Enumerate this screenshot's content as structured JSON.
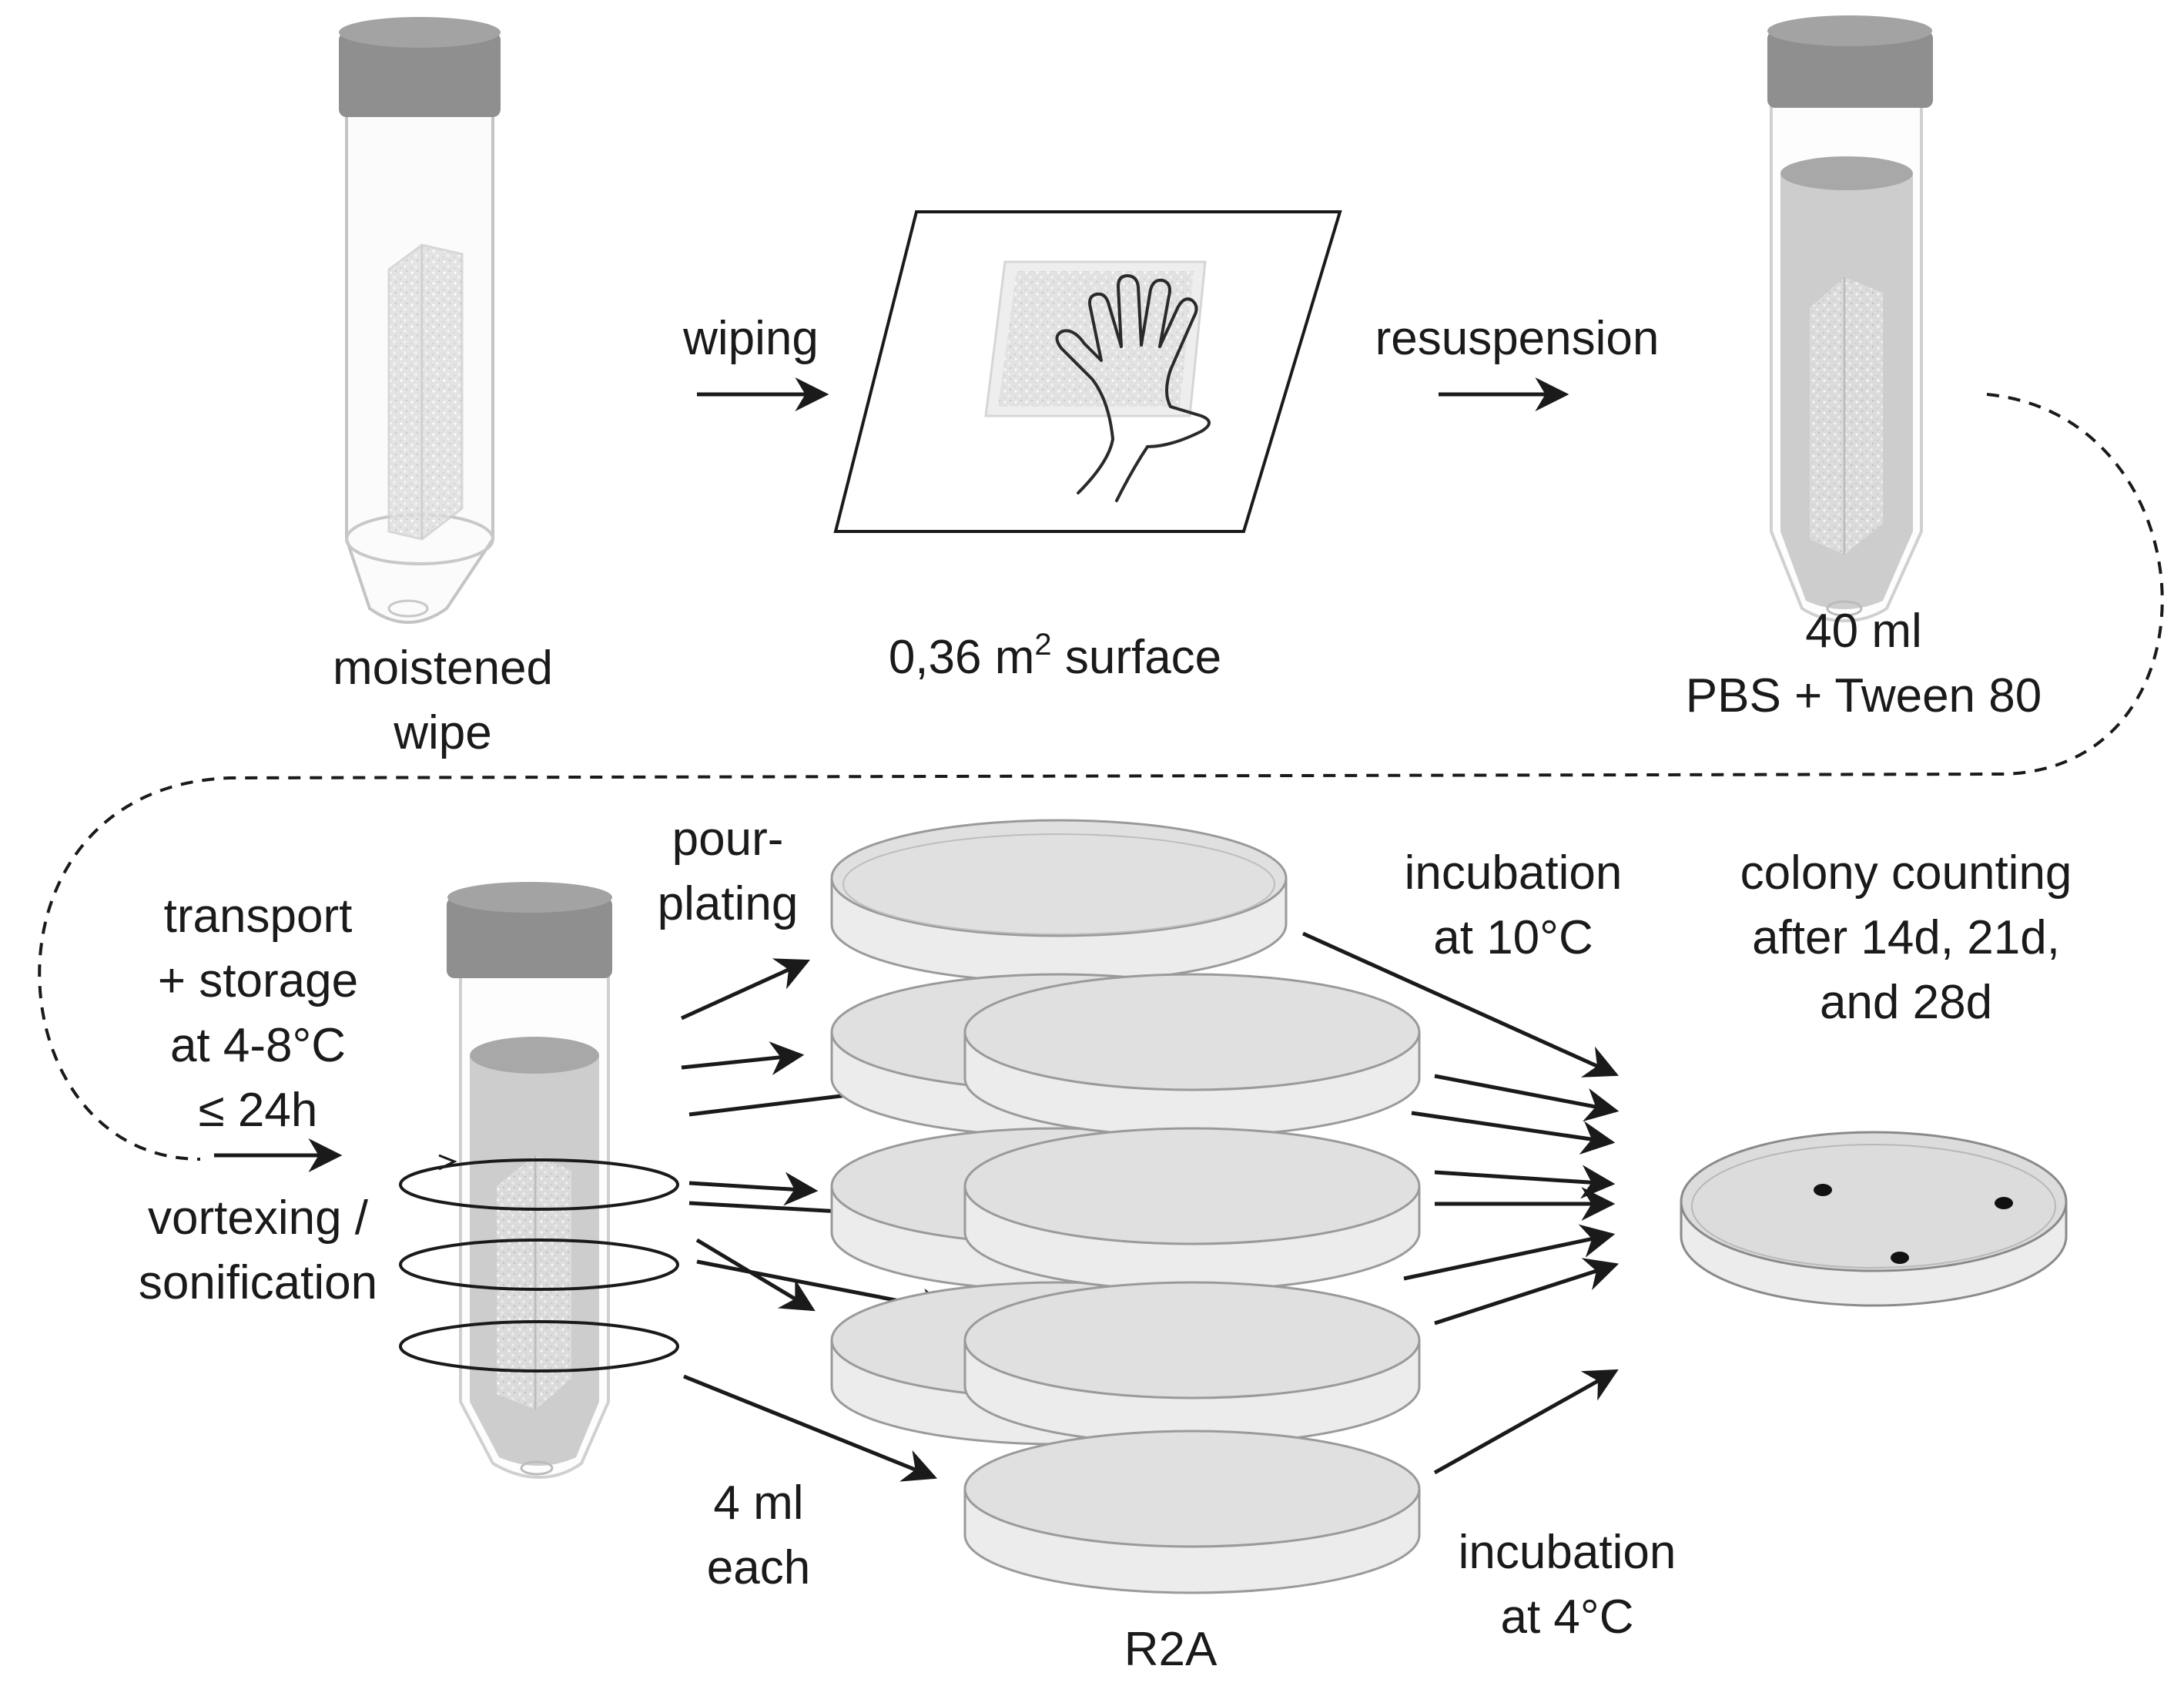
{
  "steps": {
    "wipe": {
      "line1": "moistened",
      "line2": "wipe"
    },
    "wiping": "wiping",
    "surface": {
      "value": "0,36 m",
      "exponent": "2",
      "suffix": " surface"
    },
    "resuspension": "resuspension",
    "volume": {
      "line1": "40 ml",
      "line2": "PBS + Tween 80"
    },
    "transport": {
      "line1": "transport",
      "line2": "+ storage",
      "line3": "at 4-8°C",
      "line4": "≤ 24h"
    },
    "vortex": {
      "line1": "vortexing /",
      "line2": "sonification"
    },
    "pour": {
      "line1": "pour-",
      "line2": "plating"
    },
    "each": {
      "line1": "4 ml",
      "line2": "each"
    },
    "medium": "R2A",
    "incubation_warm": {
      "line1": "incubation",
      "line2": "at 10°C"
    },
    "incubation_cold": {
      "line1": "incubation",
      "line2": "at 4°C"
    },
    "counting": {
      "line1": "colony counting",
      "line2": "after 14d, 21d,",
      "line3": "and 28d"
    }
  },
  "colors": {
    "ink": "#1a1a1a",
    "cap": "#8f8f8f",
    "liquid": "#cdcdcd",
    "agar": "#e6e6e6",
    "tube_outline": "#c4c4c4"
  },
  "icons": [
    "tube-icon",
    "surface-icon",
    "hand-icon",
    "petri-dish-icon",
    "colony-icon",
    "arrow-icon"
  ]
}
